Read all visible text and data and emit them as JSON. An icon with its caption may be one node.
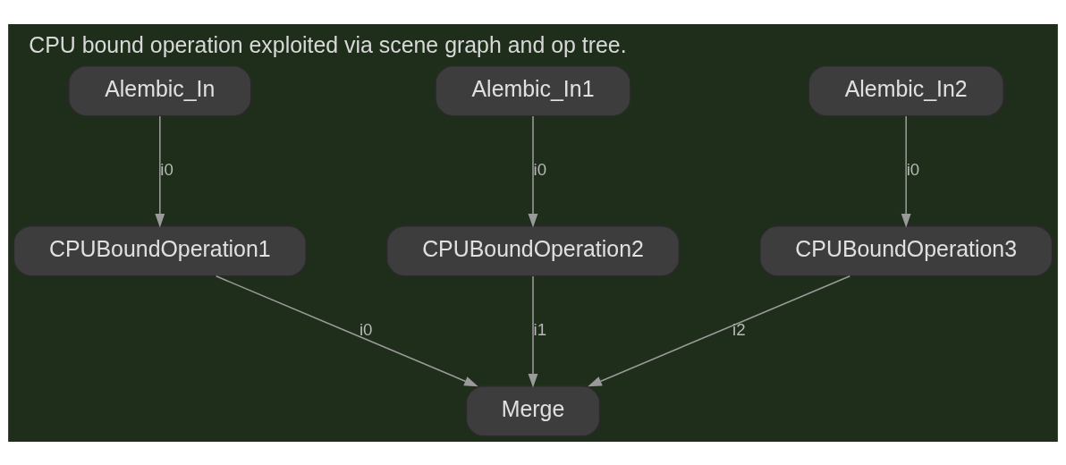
{
  "diagram": {
    "title": "CPU bound operation exploited via scene graph and op tree.",
    "nodes": [
      {
        "text": [
          "Alembic_In"
        ]
      },
      {
        "text": [
          "Alembic_In1"
        ]
      },
      {
        "text": [
          "Alembic_In2"
        ]
      },
      {
        "text": [
          "CPUBoundOperation1"
        ]
      },
      {
        "text": [
          "CPUBoundOperation2"
        ]
      },
      {
        "text": [
          "CPUBoundOperation3"
        ]
      },
      {
        "text": [
          "Merge"
        ]
      }
    ],
    "edges": [
      {
        "from": 0,
        "to": 3,
        "arrow": "to",
        "label": "i0"
      },
      {
        "from": 1,
        "to": 4,
        "arrow": "to",
        "label": "i0"
      },
      {
        "from": 2,
        "to": 5,
        "arrow": "to",
        "label": "i0"
      },
      {
        "from": 3,
        "to": 6,
        "arrow": "to",
        "label": "i0"
      },
      {
        "from": 4,
        "to": 6,
        "arrow": "to",
        "label": "i1"
      },
      {
        "from": 5,
        "to": 6,
        "arrow": "to",
        "label": "i2"
      }
    ]
  }
}
